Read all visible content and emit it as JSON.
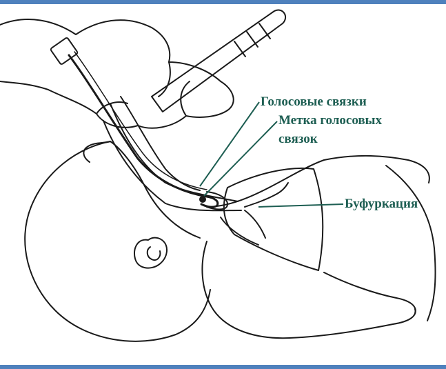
{
  "labels": {
    "vocal_cords": "Голосовые связки",
    "vocal_cord_mark_line1": "Метка голосовых",
    "vocal_cord_mark_line2": "связок",
    "bifurcation": "Буфуркация"
  },
  "colors": {
    "frame_border": "#4f81bd",
    "label_text": "#1d5e52",
    "leader_line": "#1d5e52",
    "drawing_line": "#1a1a1a"
  }
}
